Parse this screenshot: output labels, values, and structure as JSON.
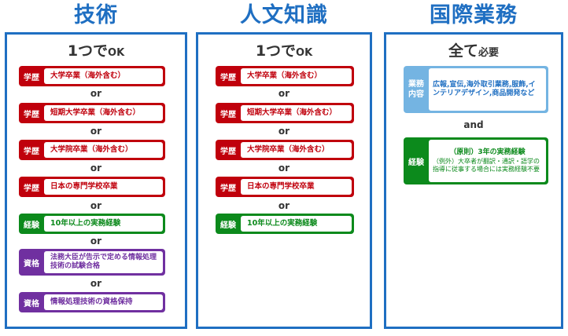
{
  "columns": {
    "tech": {
      "title": "技術",
      "subtitle_main": "1つで",
      "subtitle_suffix": "OK",
      "rows": [
        {
          "tag": "学歴",
          "value": "大学卒業（海外含む）"
        },
        {
          "tag": "学歴",
          "value": "短期大学卒業（海外含む）"
        },
        {
          "tag": "学歴",
          "value": "大学院卒業（海外含む）"
        },
        {
          "tag": "学歴",
          "value": "日本の専門学校卒業"
        },
        {
          "tag": "経験",
          "value": "10年以上の実務経験"
        },
        {
          "tag": "資格",
          "value": "法務大臣が告示で定める情報処理技術の試験合格"
        },
        {
          "tag": "資格",
          "value": "情報処理技術の資格保持"
        }
      ],
      "connector": "or"
    },
    "humanities": {
      "title": "人文知識",
      "subtitle_main": "1つで",
      "subtitle_suffix": "OK",
      "rows": [
        {
          "tag": "学歴",
          "value": "大学卒業（海外含む）"
        },
        {
          "tag": "学歴",
          "value": "短期大学卒業（海外含む）"
        },
        {
          "tag": "学歴",
          "value": "大学院卒業（海外含む）"
        },
        {
          "tag": "学歴",
          "value": "日本の専門学校卒業"
        },
        {
          "tag": "経験",
          "value": "10年以上の実務経験"
        }
      ],
      "connector": "or"
    },
    "intl": {
      "title": "国際業務",
      "subtitle_main": "全て",
      "subtitle_suffix": "必要",
      "rows": [
        {
          "tag": "業務内容",
          "value": "広報,宣伝,海外取引業務,服飾,インテリアデザイン,商品開発など"
        },
        {
          "tag": "経験",
          "value_line1": "（原則）3年の実務経験",
          "value_line2": "（例外）大卒者が翻訳・通訳・語学の指導に従事する場合には実務経験不要"
        }
      ],
      "connector": "and"
    }
  },
  "colors": {
    "title_blue": "#1f6fc2",
    "education_red": "#c0000c",
    "experience_green": "#0c8a1c",
    "qualification_purple": "#7030a0",
    "business_blue": "#74b4e2"
  }
}
